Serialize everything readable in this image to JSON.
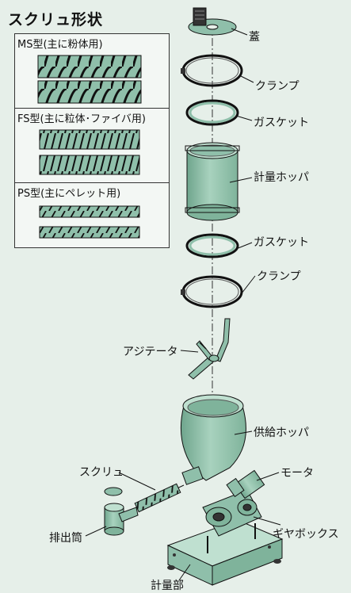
{
  "title": "スクリュ形状",
  "screws": [
    {
      "label": "MS型(主に粉体用)"
    },
    {
      "label": "FS型(主に粒体･ファイバ用)"
    },
    {
      "label": "PS型(主にペレット用)"
    }
  ],
  "parts": {
    "lid": "蓋",
    "clamp_top": "クランプ",
    "gasket_top": "ガスケット",
    "weigh_hopper": "計量ホッパ",
    "gasket_bottom": "ガスケット",
    "clamp_bottom": "クランプ",
    "agitator": "アジテータ",
    "supply_hopper": "供給ホッパ",
    "motor": "モータ",
    "screw": "スクリュ",
    "gearbox": "ギヤボックス",
    "discharge_tube": "排出筒",
    "weigh_unit": "計量部"
  },
  "colors": {
    "background": "#e6efe9",
    "part_fill": "#8fbfaa",
    "outline": "#111111"
  }
}
